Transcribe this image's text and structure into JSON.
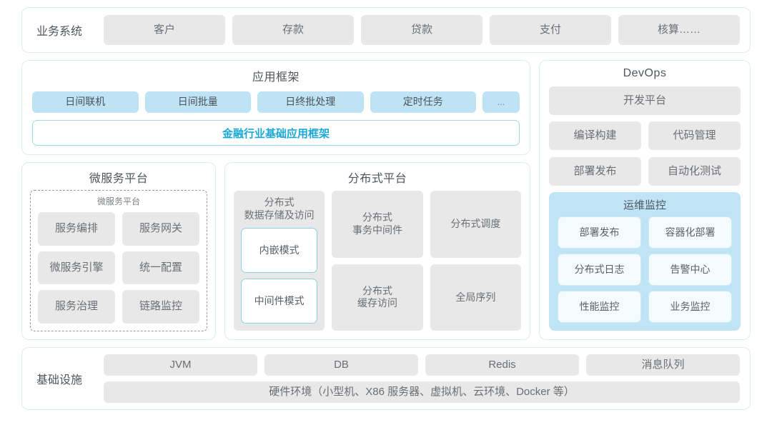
{
  "business_row": {
    "label": "业务系统",
    "items": [
      "客户",
      "存款",
      "贷款",
      "支付",
      "核算……"
    ]
  },
  "app_framework": {
    "title": "应用框架",
    "chips": [
      "日间联机",
      "日间批量",
      "日终批处理",
      "定时任务"
    ],
    "ellipsis": "...",
    "base": "金融行业基础应用框架"
  },
  "microservice": {
    "title": "微服务平台",
    "sub_title": "微服务平台",
    "items": [
      "服务编排",
      "服务网关",
      "微服务引擎",
      "统一配置",
      "服务治理",
      "链路监控"
    ]
  },
  "distributed": {
    "title": "分布式平台",
    "col1_title": "分布式\n数据存储及访问",
    "col1_title_line1": "分布式",
    "col1_title_line2": "数据存储及访问",
    "col1_modes": [
      "内嵌模式",
      "中间件模式"
    ],
    "cells": [
      {
        "line1": "分布式",
        "line2": "事务中间件"
      },
      {
        "line1": "分布式调度",
        "line2": ""
      },
      {
        "line1": "分布式",
        "line2": "缓存访问"
      },
      {
        "line1": "全局序列",
        "line2": ""
      }
    ]
  },
  "devops": {
    "title": "DevOps",
    "platform": "开发平台",
    "items": [
      "编译构建",
      "代码管理",
      "部署发布",
      "自动化测试"
    ],
    "ops": {
      "title": "运维监控",
      "items": [
        "部署发布",
        "容器化部署",
        "分布式日志",
        "告警中心",
        "性能监控",
        "业务监控"
      ]
    }
  },
  "infrastructure": {
    "label": "基础设施",
    "items": [
      "JVM",
      "DB",
      "Redis",
      "消息队列"
    ],
    "hardware": "硬件环境（小型机、X86 服务器、虚拟机、云环境、Docker 等）"
  },
  "colors": {
    "panel_border": "#dcecee",
    "chip_gray": "#e8e8e8",
    "chip_blue": "#bee3f4",
    "accent_cyan": "#1aa9d6",
    "ops_bg": "#bfe4f6"
  }
}
